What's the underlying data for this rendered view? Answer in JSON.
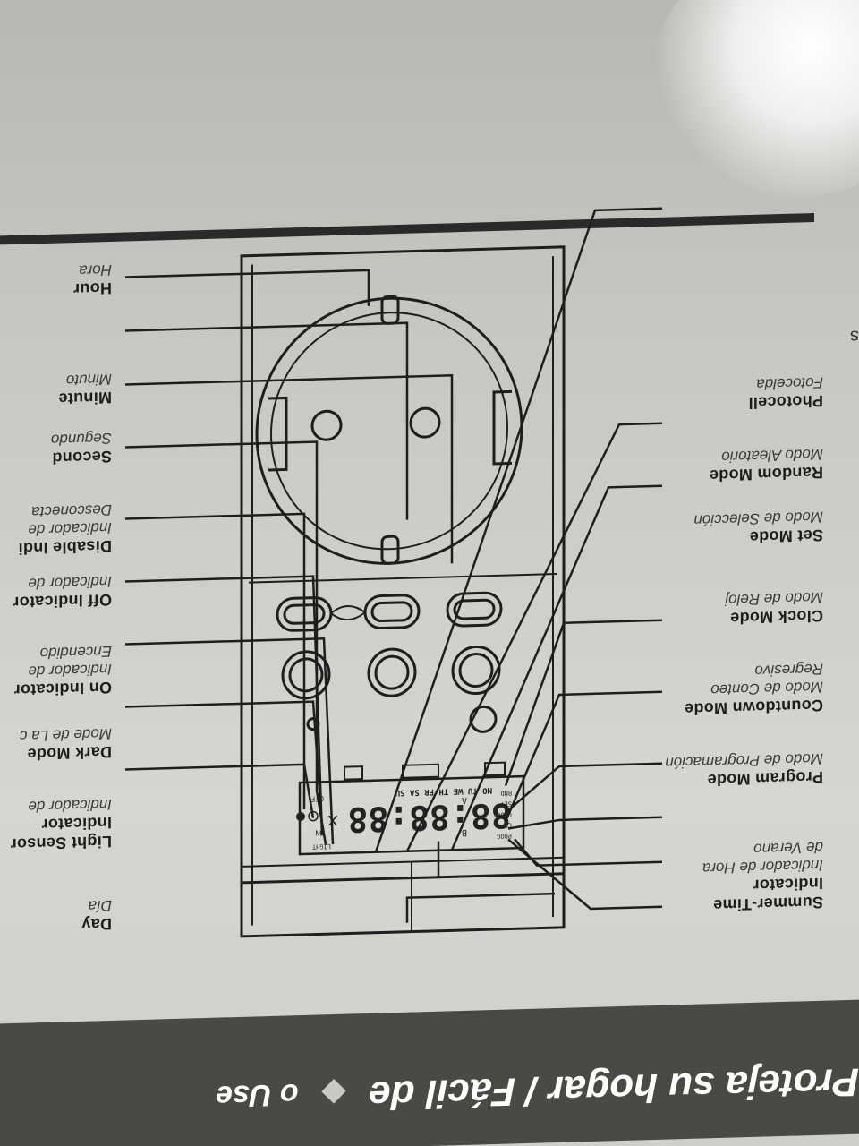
{
  "footer": {
    "lead_fragment": "o Use",
    "slogan": "Proteja su hogar / Fácil de"
  },
  "edge_fragment": "s",
  "labels_left": [
    {
      "en": "Day",
      "es": "Día"
    },
    {
      "en": "Light Sensor\nIndicator",
      "es": "Indicador de"
    },
    {
      "en": "Dark Mode",
      "es": "Mode de La c"
    },
    {
      "en": "On Indicator",
      "es": "Indicador de\nEncendido"
    },
    {
      "en": "Off Indicator",
      "es": "Indicador de"
    },
    {
      "en": "Disable Indi",
      "es": "Indicador de\nDesconecta"
    },
    {
      "en": "Second",
      "es": "Segundo"
    },
    {
      "en": "Minute",
      "es": "Minuto"
    },
    {
      "en": "Hour",
      "es": "Hora"
    }
  ],
  "labels_right": [
    {
      "en": "Summer-Time\nIndicator",
      "es": "Indicador de Hora\nde Verano"
    },
    {
      "en": "Program Mode",
      "es": "Modo de Programación"
    },
    {
      "en": "Countdown Mode",
      "es": "Modo de Conteo\nRegresivo"
    },
    {
      "en": "Clock Mode",
      "es": "Modo de Reloj"
    },
    {
      "en": "Set Mode",
      "es": "Modo de Selección"
    },
    {
      "en": "Random Mode",
      "es": "Modo Aleatorio"
    },
    {
      "en": "Photocell",
      "es": "Fotocelda"
    }
  ],
  "lcd": {
    "digits": "88:88:88",
    "multiplier": "x",
    "days": "MO TU WE TH FR SA SU",
    "on": "ON",
    "off": "OFF",
    "summer": "A",
    "b": "B",
    "modes": [
      "PROG",
      "CD",
      "CLOCK",
      "SET",
      "RND"
    ],
    "light": "LIGHT"
  }
}
